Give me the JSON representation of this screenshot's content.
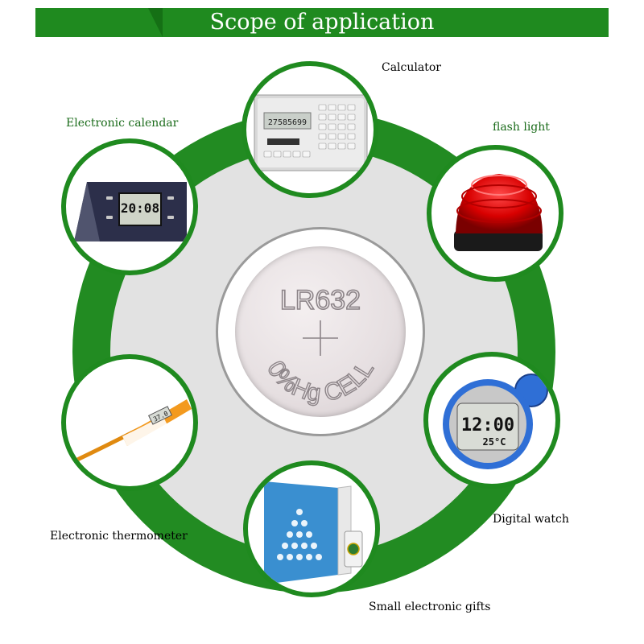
{
  "header": {
    "title": "Scope of application"
  },
  "center": {
    "battery_model": "LR632",
    "battery_marking": "0%Hg CELL"
  },
  "applications": [
    {
      "label": "Calculator",
      "display": "27585699"
    },
    {
      "label": "flash light"
    },
    {
      "label": "Digital watch",
      "display": "12:00",
      "temp": "25°C"
    },
    {
      "label": "Small electronic gifts"
    },
    {
      "label": "Electronic thermometer",
      "display": "37.0"
    },
    {
      "label": "Electronic calendar",
      "display": "20:08"
    }
  ],
  "colors": {
    "brand_green": "#1f8a1f",
    "ring_gray": "#e2e2e2",
    "label_green": "#1a6b1a"
  }
}
